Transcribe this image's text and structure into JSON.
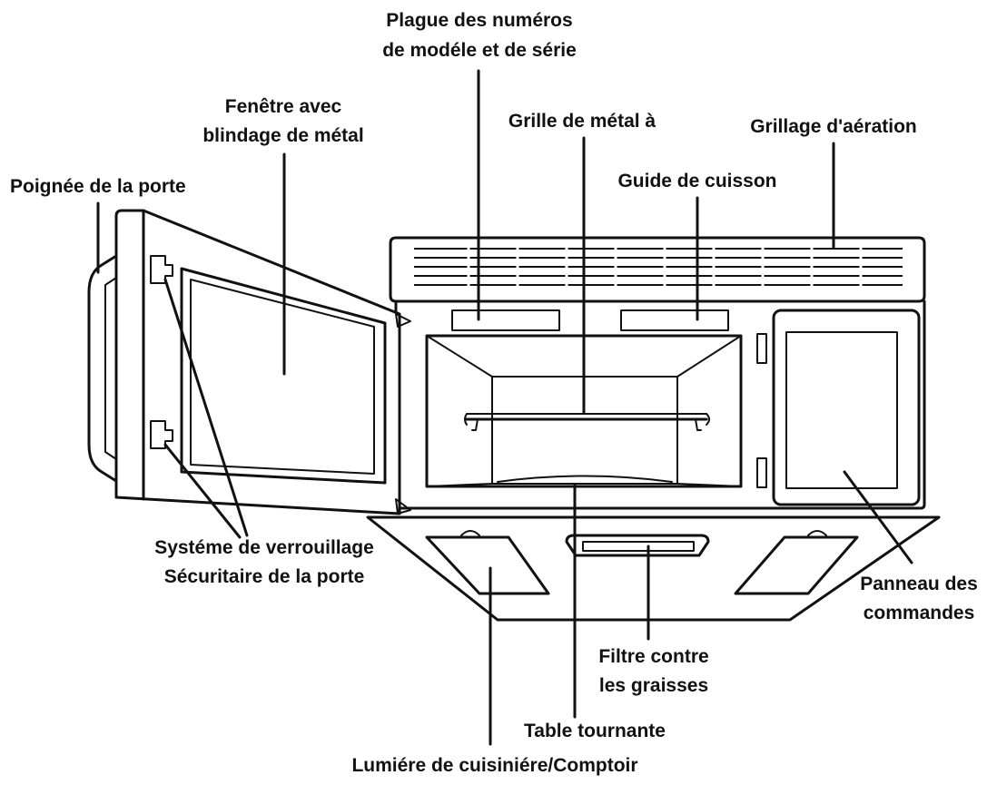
{
  "labels": {
    "serial_plate_line1": "Plague des numéros",
    "serial_plate_line2": "de modéle et de série",
    "window_line1": "Fenêtre avec",
    "window_line2": "blindage de métal",
    "metal_rack": "Grille de métal à",
    "vent_grille": "Grillage d'aération",
    "door_handle": "Poignée de la porte",
    "cooking_guide": "Guide de cuisson",
    "door_lock_line1": "Systéme de verrouillage",
    "door_lock_line2": "Sécuritaire de la porte",
    "control_panel_line1": "Panneau des",
    "control_panel_line2": "commandes",
    "grease_filter_line1": "Filtre contre",
    "grease_filter_line2": "les graisses",
    "turntable": "Table tournante",
    "cooktop_light": "Lumiére de cuisiniére/Comptoir"
  },
  "colors": {
    "line": "#111111",
    "background": "#ffffff",
    "mesh": "#555555"
  }
}
